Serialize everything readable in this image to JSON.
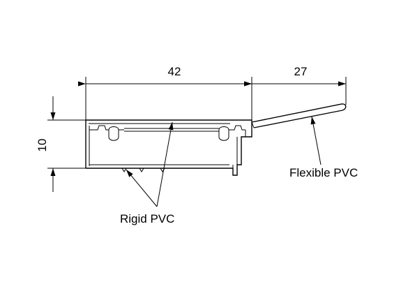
{
  "dimensions": {
    "width_label": "42",
    "flap_label": "27",
    "height_label": "10"
  },
  "callouts": {
    "flexible": "Flexible PVC",
    "rigid": "Rigid PVC"
  }
}
